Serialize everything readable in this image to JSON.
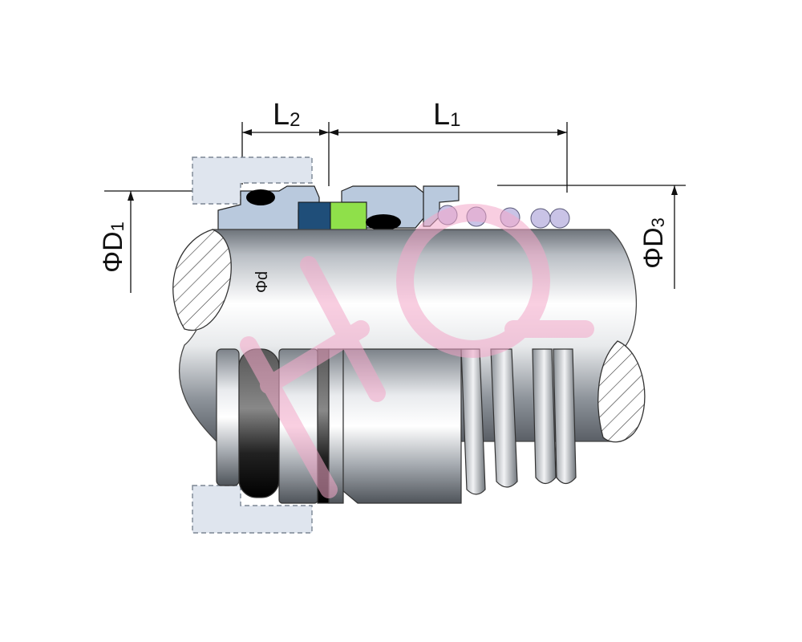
{
  "labels": {
    "L2": {
      "main": "L",
      "sub": "2"
    },
    "L1": {
      "main": "L",
      "sub": "1"
    },
    "D1": {
      "main": "ΦD",
      "sub": "1"
    },
    "D3": {
      "main": "ΦD",
      "sub": "3"
    },
    "d": {
      "main": "Φd"
    }
  },
  "watermark": "HQ",
  "colors": {
    "seal_face_blue": "#1f4e79",
    "seat_green": "#8fe04a",
    "gland_light_blue": "#b9c9dd",
    "watermark_pink": "#f4a7c9",
    "o_ring_black": "#000000",
    "spring_light_purple": "#c9c3e6"
  }
}
